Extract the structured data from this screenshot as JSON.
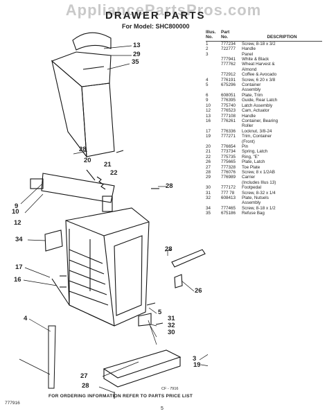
{
  "watermark": "AppliancePartsPros.com",
  "title": "DRAWER PARTS",
  "model": "For Model: SHC800000",
  "table": {
    "headers": {
      "illus": "Illus.\nNo.",
      "part": "Part\nNo.",
      "desc": "DESCRIPTION"
    },
    "rows": [
      {
        "illus": "1",
        "part": "777234",
        "desc": "Screw, 8-18 x 3/2"
      },
      {
        "illus": "2",
        "part": "722777",
        "desc": "Handle"
      },
      {
        "illus": "3",
        "part": "",
        "desc": "Panel"
      },
      {
        "illus": "",
        "part": "777941",
        "desc": "White & Black"
      },
      {
        "illus": "",
        "part": "777762",
        "desc": "Wheat Harvest &"
      },
      {
        "illus": "",
        "part": "",
        "desc": "Almond"
      },
      {
        "illus": "",
        "part": "772912",
        "desc": "Coffee & Avocado"
      },
      {
        "illus": "4",
        "part": "776191",
        "desc": "Screw, 6 20 x 3/8"
      },
      {
        "illus": "5",
        "part": "675296",
        "desc": "Container"
      },
      {
        "illus": "",
        "part": "",
        "desc": "Assembly"
      },
      {
        "illus": "6",
        "part": "608051",
        "desc": "Plate, Trim"
      },
      {
        "illus": "9",
        "part": "776395",
        "desc": "Guide, Rear Latch"
      },
      {
        "illus": "10",
        "part": "775740",
        "desc": "Latch Assembly"
      },
      {
        "illus": "12",
        "part": "776523",
        "desc": "Cam, Actuator"
      },
      {
        "illus": "13",
        "part": "777108",
        "desc": "Handle"
      },
      {
        "illus": "16",
        "part": "776261",
        "desc": "Container, Bearing"
      },
      {
        "illus": "",
        "part": "",
        "desc": "Roller"
      },
      {
        "illus": "17",
        "part": "776336",
        "desc": "Locknut, 3/8-24"
      },
      {
        "illus": "19",
        "part": "777271",
        "desc": "Trim, Container"
      },
      {
        "illus": "",
        "part": "",
        "desc": "(Front)"
      },
      {
        "illus": "20",
        "part": "776654",
        "desc": "Pin"
      },
      {
        "illus": "21",
        "part": "773734",
        "desc": "Spring, Latch"
      },
      {
        "illus": "22",
        "part": "775735",
        "desc": "Ring, \"E\""
      },
      {
        "illus": "26",
        "part": "775665",
        "desc": "Plate, Latch"
      },
      {
        "illus": "27",
        "part": "777328",
        "desc": "Toe Plate"
      },
      {
        "illus": "28",
        "part": "776076",
        "desc": "Screw, 8 x 1/2AB"
      },
      {
        "illus": "29",
        "part": "776989",
        "desc": "Carrier"
      },
      {
        "illus": "",
        "part": "",
        "desc": "(Includes Illus 13)"
      },
      {
        "illus": "30",
        "part": "777172",
        "desc": "Footpedal"
      },
      {
        "illus": "31",
        "part": "777 78",
        "desc": "Screw, 8-32 x 1/4"
      },
      {
        "illus": "32",
        "part": "608413",
        "desc": "Plate, Nutsels"
      },
      {
        "illus": "",
        "part": "",
        "desc": "Assembly"
      },
      {
        "illus": "34",
        "part": "777465",
        "desc": "Screw, 8-18 x 1/2"
      },
      {
        "illus": "35",
        "part": "675186",
        "desc": "Refuse Bag"
      }
    ]
  },
  "callouts": {
    "c13": "13",
    "c29": "29",
    "c35": "35",
    "c28a": "28",
    "c20": "20",
    "c21": "21",
    "c22": "22",
    "c9": "9",
    "c28b": "28",
    "c10": "10",
    "c12": "12",
    "c34": "34",
    "c17": "17",
    "c16": "16",
    "c4": "4",
    "c28c": "28",
    "c26": "26",
    "c5": "5",
    "c31": "31",
    "c32": "32",
    "c30": "30",
    "c3": "3",
    "c27": "27",
    "c28d": "28",
    "c19": "19"
  },
  "figure_code": "CF - 7916",
  "footer": "FOR ORDERING INFORMATION REFER TO PARTS PRICE LIST",
  "doc_code": "777916",
  "page_number": "5"
}
